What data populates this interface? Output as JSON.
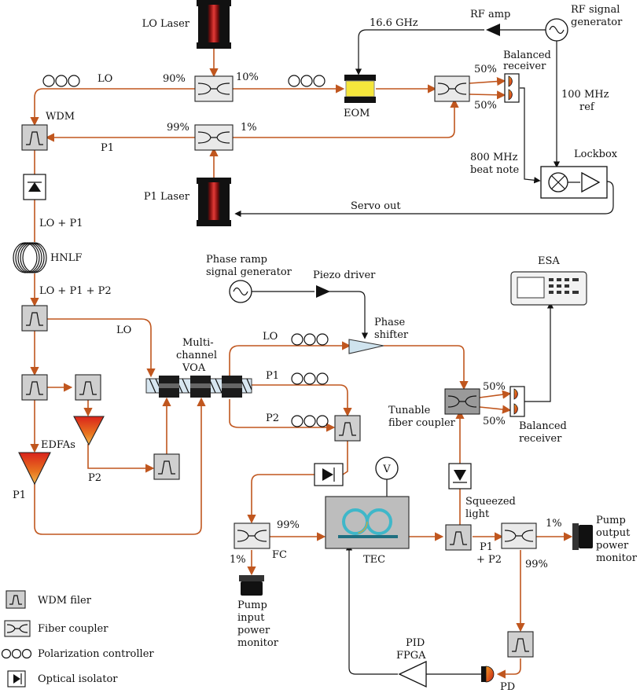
{
  "colors": {
    "fiber": "#c0561e",
    "electrical": "#111111",
    "laser_core": "#c4161c",
    "edfa": "#d9231b",
    "cavity": "#3fb7c9",
    "tec": "#bdbdbd"
  },
  "labels": {
    "lo_laser": "LO Laser",
    "p1_laser": "P1 Laser",
    "rf_amp": "RF amp",
    "rf_gen_1": "RF signal",
    "rf_gen_2": "generator",
    "freq_16": "16.6 GHz",
    "eom": "EOM",
    "balanced_1a": "Balanced",
    "balanced_1b": "receiver",
    "ref_1": "100 MHz",
    "ref_2": "ref",
    "beat_1": "800 MHz",
    "beat_2": "beat note",
    "lockbox": "Lockbox",
    "servo": "Servo out",
    "lo_top": "LO",
    "wdm": "WDM",
    "p1_mid": "P1",
    "pct_90": "90%",
    "pct_10": "10%",
    "pct_99_top": "99%",
    "pct_1_top": "1%",
    "pct_50_a": "50%",
    "pct_50_b": "50%",
    "lo_p1": "LO + P1",
    "hnlf": "HNLF",
    "lo_p1_p2": "LO + P1 + P2",
    "lo_mid": "LO",
    "phase_ramp_1": "Phase ramp",
    "phase_ramp_2": "signal generator",
    "piezo": "Piezo driver",
    "phase_1": "Phase",
    "phase_2": "shifter",
    "esa": "ESA",
    "multi_1": "Multi-",
    "multi_2": "channel",
    "multi_3": "VOA",
    "lo_voa": "LO",
    "p1_voa": "P1",
    "p2_voa": "P2",
    "pct_50_c": "50%",
    "pct_50_d": "50%",
    "tunable_1": "Tunable",
    "tunable_2": "fiber coupler",
    "balanced_2a": "Balanced",
    "balanced_2b": "receiver",
    "edfas": "EDFAs",
    "p1_edfa": "P1",
    "p2_edfa": "P2",
    "volt": "V",
    "squeezed_1": "Squeezed",
    "squeezed_2": "light",
    "pct_99_fc": "99%",
    "fc": "FC",
    "pct_1_fc": "1%",
    "tec": "TEC",
    "p1p2_a": "P1",
    "p1p2_b": "+ P2",
    "pct_1_out": "1%",
    "pct_99_out": "99%",
    "pump_out_1": "Pump",
    "pump_out_2": "output",
    "pump_out_3": "power",
    "pump_out_4": "monitor",
    "pump_in_1": "Pump",
    "pump_in_2": "input",
    "pump_in_3": "power",
    "pump_in_4": "monitor",
    "pid_1": "PID",
    "pid_2": "FPGA",
    "pd": "PD"
  },
  "legend": {
    "wdm": "WDM filer",
    "coupler": "Fiber coupler",
    "polarization": "Polarization controller",
    "isolator": "Optical isolator"
  }
}
